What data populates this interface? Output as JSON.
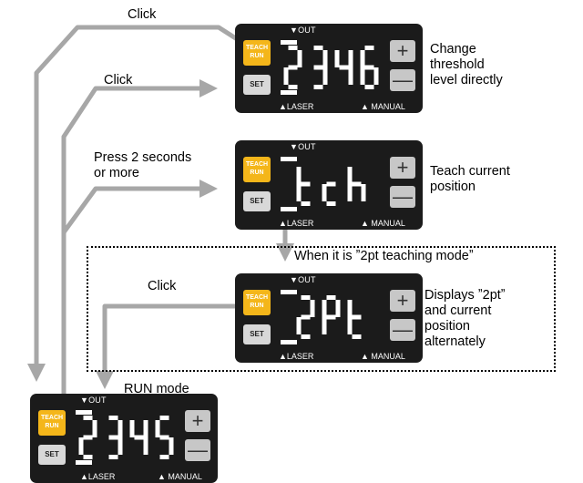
{
  "labels": {
    "click_top": "Click",
    "click_mid": "Click",
    "press_line1": "Press 2 seconds",
    "press_line2": "or more",
    "change_line1": "Change",
    "change_line2": "threshold",
    "change_line3": "level directly",
    "teach_line1": "Teach current",
    "teach_line2": "position",
    "mode_note": "When it is ˮ2pt teaching modeˮ",
    "click_box": "Click",
    "disp_line1": "Displays ˮ2ptˮ",
    "disp_line2": "and current",
    "disp_line3": "position",
    "disp_line4": "alternately",
    "run_mode": "RUN mode"
  },
  "panel_labels": {
    "out": "▼OUT",
    "laser": "▲LASER",
    "manual": "▲ MANUAL",
    "teach_line1": "TEACH",
    "teach_line2": "RUN",
    "set": "SET",
    "plus": "+",
    "minus": "—"
  },
  "displays": {
    "panel1": "2346",
    "panel2": "tch",
    "panel3": "2Pt",
    "panel4": "2345"
  },
  "colors": {
    "arrow": "#a7a7a7",
    "panel": "#1b1b1b",
    "teach_button": "#f4b61a",
    "set_button": "#d8d8d8",
    "segment": "#ffffff"
  }
}
